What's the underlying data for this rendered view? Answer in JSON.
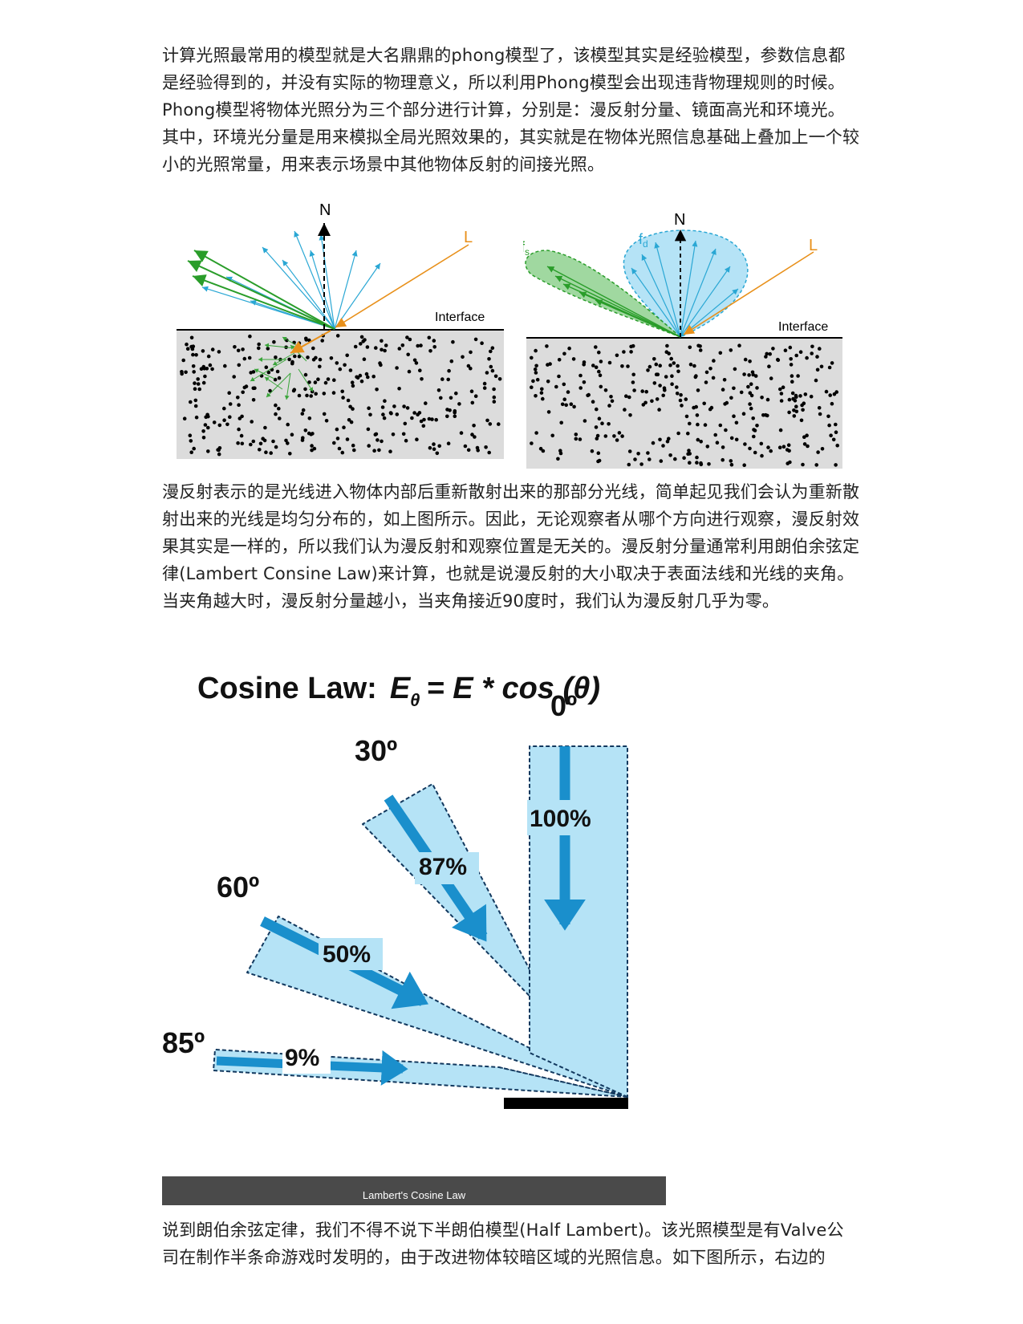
{
  "article": {
    "para1": "计算光照最常用的模型就是大名鼎鼎的phong模型了，该模型其实是经验模型，参数信息都是经验得到的，并没有实际的物理意义，所以利用Phong模型会出现违背物理规则的时候。Phong模型将物体光照分为三个部分进行计算，分别是：漫反射分量、镜面高光和环境光。其中，环境光分量是用来模拟全局光照效果的，其实就是在物体光照信息基础上叠加上一个较小的光照常量，用来表示场景中其他物体反射的间接光照。",
    "para2": "漫反射表示的是光线进入物体内部后重新散射出来的那部分光线，简单起见我们会认为重新散射出来的光线是均匀分布的，如上图所示。因此，无论观察者从哪个方向进行观察，漫反射效果其实是一样的，所以我们认为漫反射和观察位置是无关的。漫反射分量通常利用朗伯余弦定律(Lambert Consine Law)来计算，也就是说漫反射的大小取决于表面法线和光线的夹角。当夹角越大时，漫反射分量越小，当夹角接近90度时，我们认为漫反射几乎为零。",
    "para3": "说到朗伯余弦定律，我们不得不说下半朗伯模型(Half Lambert)。该光照模型是有Valve公司在制作半条命游戏时发明的，由于改进物体较暗区域的光照信息。如下图所示，右边的"
  },
  "figure1": {
    "left": {
      "normal_label": "N",
      "light_label": "L",
      "interface_label": "Interface"
    },
    "right": {
      "normal_label": "N",
      "light_label": "L",
      "interface_label": "Interface",
      "fs_label": "f",
      "fs_sub": "s",
      "fd_label": "f",
      "fd_sub": "d"
    },
    "colors": {
      "light": "#e8901a",
      "specular": "#2a9d2a",
      "diffuse": "#2aa7d4",
      "medium": "#dcdcdc"
    }
  },
  "figure2": {
    "title_prefix": "Cosine Law:",
    "title_E": "E",
    "title_sub": "θ",
    "title_rest": "= E * cos (θ)",
    "beams": [
      {
        "angle_label": "0º",
        "percent": "100%"
      },
      {
        "angle_label": "30º",
        "percent": "87%"
      },
      {
        "angle_label": "60º",
        "percent": "50%"
      },
      {
        "angle_label": "85º",
        "percent": "9%"
      }
    ],
    "caption": "Lambert's Cosine Law",
    "colors": {
      "beam_fill": "#b5e3f6",
      "beam_stroke": "#12385e",
      "arrow": "#1a8fcc"
    }
  }
}
